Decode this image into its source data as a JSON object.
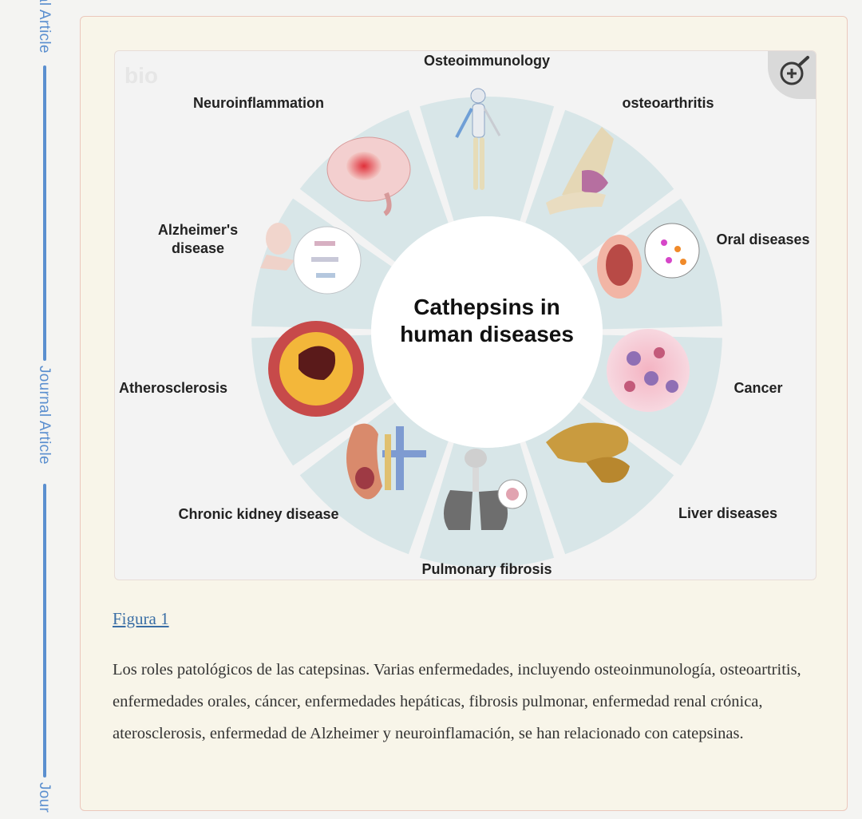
{
  "rail": {
    "label_top": "al Article",
    "label_mid": "Journal Article",
    "label_bottom": "Jour"
  },
  "figure": {
    "watermark": "bio",
    "center_title_line1": "Cathepsins in",
    "center_title_line2": "human diseases",
    "segments": [
      "Osteoimmunology",
      "osteoarthritis",
      "Oral diseases",
      "Cancer",
      "Liver diseases",
      "Pulmonary fibrosis",
      "Chronic kidney disease",
      "Atherosclerosis",
      "Alzheimer's",
      "disease",
      "Neuroinflammation"
    ],
    "zoom_icon": "zoom-in-icon"
  },
  "caption": {
    "link": "Figura 1",
    "text": "Los roles patológicos de las catepsinas. Varias enfermedades, incluyendo osteoinmunología, osteoartritis, enfermedades orales, cáncer, enfermedades hepáticas, fibrosis pulmonar, enfermedad renal crónica, aterosclerosis, enfermedad de Alzheimer y neuroinflamación, se han relacionado con catepsinas."
  },
  "colors": {
    "rail": "#5b8fcf",
    "card_bg": "#f8f5e9",
    "ring": "#d8e6e8",
    "link": "#3a6ea5"
  }
}
